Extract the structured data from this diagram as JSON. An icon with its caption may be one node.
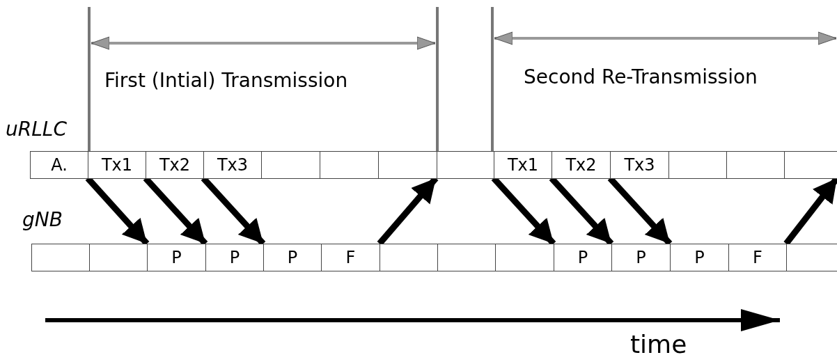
{
  "diagram": {
    "nodes": [
      {
        "text": [
          "A."
        ]
      },
      {
        "text": [
          "Tx1"
        ]
      },
      {
        "text": [
          "Tx2"
        ]
      },
      {
        "text": [
          "Tx3"
        ]
      },
      {
        "text": [],
        "shape": "box"
      },
      {
        "text": [],
        "shape": "box"
      },
      {
        "text": [],
        "shape": "box"
      },
      {
        "text": [],
        "shape": "box"
      },
      {
        "text": [
          "Tx1"
        ]
      },
      {
        "text": [
          "Tx2"
        ]
      },
      {
        "text": [
          "Tx3"
        ]
      },
      {
        "text": [],
        "shape": "box"
      },
      {
        "text": [],
        "shape": "box"
      },
      {
        "text": [],
        "shape": "box"
      },
      {
        "text": [],
        "shape": "box"
      },
      {
        "text": [],
        "shape": "box"
      },
      {
        "text": [
          "P"
        ]
      },
      {
        "text": [
          "P"
        ]
      },
      {
        "text": [
          "P"
        ]
      },
      {
        "text": [
          "F"
        ]
      },
      {
        "text": [],
        "shape": "box"
      },
      {
        "text": [],
        "shape": "box"
      },
      {
        "text": [],
        "shape": "box"
      },
      {
        "text": [
          "P"
        ]
      },
      {
        "text": [
          "P"
        ]
      },
      {
        "text": [
          "P"
        ]
      },
      {
        "text": [
          "F"
        ]
      },
      {
        "text": [],
        "shape": "box"
      }
    ],
    "edges": [
      {
        "from": 1,
        "to": 16,
        "arrow": "to"
      },
      {
        "from": 2,
        "to": 17,
        "arrow": "to"
      },
      {
        "from": 3,
        "to": 18,
        "arrow": "to"
      },
      {
        "from": 20,
        "to": 6,
        "arrow": "to"
      },
      {
        "from": 8,
        "to": 23,
        "arrow": "to"
      },
      {
        "from": 9,
        "to": 24,
        "arrow": "to"
      },
      {
        "from": 10,
        "to": 25,
        "arrow": "to"
      },
      {
        "from": 27,
        "to": 13,
        "arrow": "to"
      }
    ],
    "labels": [
      "First (Intial) Transmission",
      "Second Re-Transmission",
      "uRLLC",
      "gNB",
      "time"
    ]
  }
}
